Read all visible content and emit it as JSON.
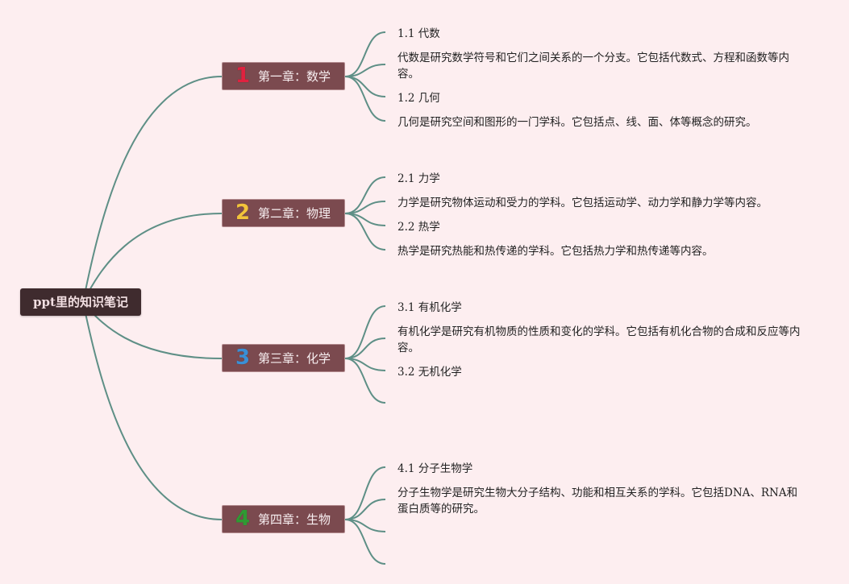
{
  "root": {
    "label": "ppt里的知识笔记"
  },
  "chapters": [
    {
      "number": "1",
      "number_color": "#e0223f",
      "label": "第一章：数学",
      "items": [
        "1.1 代数",
        "代数是研究数学符号和它们之间关系的一个分支。它包括代数式、方程和函数等内容。",
        "1.2 几何",
        "几何是研究空间和图形的一门学科。它包括点、线、面、体等概念的研究。"
      ]
    },
    {
      "number": "2",
      "number_color": "#f2c33a",
      "label": "第二章：物理",
      "items": [
        "2.1 力学",
        "力学是研究物体运动和受力的学科。它包括运动学、动力学和静力学等内容。",
        "2.2 热学",
        "热学是研究热能和热传递的学科。它包括热力学和热传递等内容。"
      ]
    },
    {
      "number": "3",
      "number_color": "#3a8fd6",
      "label": "第三章：化学",
      "items": [
        "3.1 有机化学",
        "有机化学是研究有机物质的性质和变化的学科。它包括有机化合物的合成和反应等内容。",
        "3.2 无机化学",
        ""
      ]
    },
    {
      "number": "4",
      "number_color": "#2f9a33",
      "label": "第四章：生物",
      "items": [
        "4.1 分子生物学",
        "分子生物学是研究生物大分子结构、功能和相互关系的学科。它包括DNA、RNA和蛋白质等的研究。",
        "",
        ""
      ]
    }
  ],
  "colors": {
    "background": "#fdeef0",
    "link": "#5e8f86",
    "chapter_fill": "#7b4a4f",
    "root_fill": "#3f2b2e"
  }
}
